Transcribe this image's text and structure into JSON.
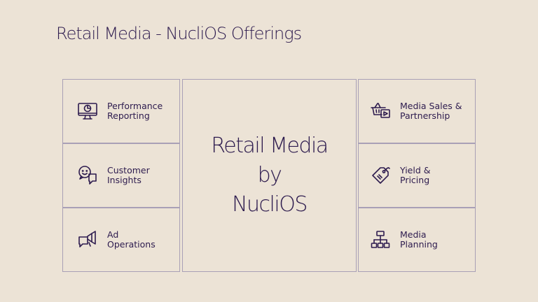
{
  "title": "Retail Media - NucliOS Offerings",
  "center": {
    "text": "Retail Media\nby\nNucliOS"
  },
  "left_items": [
    {
      "label": "Performance\nReporting",
      "icon": "monitor-chart-icon"
    },
    {
      "label": "Customer\nInsights",
      "icon": "chat-bubbles-icon"
    },
    {
      "label": "Ad\nOperations",
      "icon": "megaphone-chat-icon"
    }
  ],
  "right_items": [
    {
      "label": "Media Sales &\nPartnership",
      "icon": "basket-play-icon"
    },
    {
      "label": "Yield &\nPricing",
      "icon": "price-tag-icon"
    },
    {
      "label": "Media\nPlanning",
      "icon": "hierarchy-icon"
    }
  ],
  "colors": {
    "background": "#ece3d6",
    "text": "#2d1b4e",
    "border": "#a9a0b6"
  }
}
